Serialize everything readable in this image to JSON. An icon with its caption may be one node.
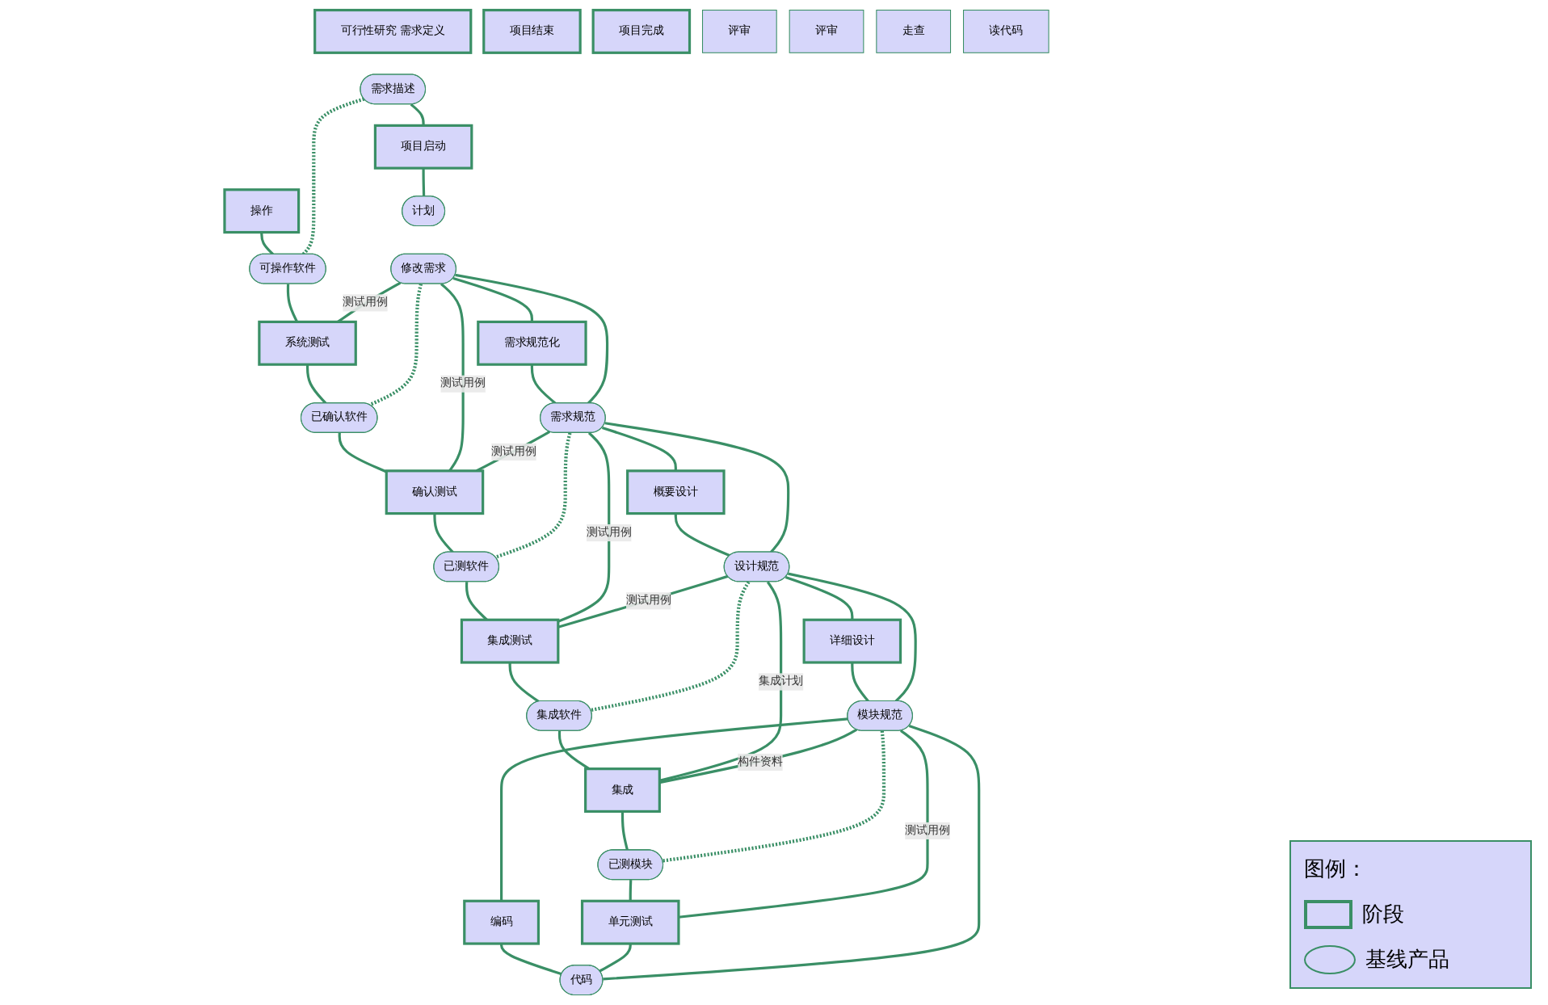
{
  "diagram": {
    "nodes": [
      {
        "text": [
          "可行性研究 需求定义"
        ]
      },
      {
        "text": [
          "需求描述"
        ]
      },
      {
        "text": [
          "项目启动"
        ]
      },
      {
        "text": [
          "计划"
        ]
      },
      {
        "text": [
          "修改需求"
        ]
      },
      {
        "text": [
          "需求规范化"
        ]
      },
      {
        "text": [
          "需求规范"
        ]
      },
      {
        "text": [
          "概要设计"
        ]
      },
      {
        "text": [
          "设计规范"
        ]
      },
      {
        "text": [
          "详细设计"
        ]
      },
      {
        "text": [
          "模块规范"
        ]
      },
      {
        "text": [
          "编码"
        ]
      },
      {
        "text": [
          "代码"
        ]
      },
      {
        "text": [
          "单元测试"
        ]
      },
      {
        "text": [
          "已测模块"
        ]
      },
      {
        "text": [
          "集成"
        ]
      },
      {
        "text": [
          "集成软件"
        ]
      },
      {
        "text": [
          "集成测试"
        ]
      },
      {
        "text": [
          "已测软件"
        ]
      },
      {
        "text": [
          "确认测试"
        ]
      },
      {
        "text": [
          "已确认软件"
        ]
      },
      {
        "text": [
          "系统测试"
        ]
      },
      {
        "text": [
          "可操作软件"
        ]
      },
      {
        "text": [
          "操作"
        ]
      },
      {
        "text": [
          "项目结束"
        ]
      },
      {
        "text": [
          "项目完成"
        ]
      },
      {
        "text": [
          "评审"
        ]
      },
      {
        "text": [
          "评审"
        ]
      },
      {
        "text": [
          "走查"
        ]
      },
      {
        "text": [
          "读代码"
        ]
      }
    ],
    "edges": [
      {
        "from": 1,
        "to": 2,
        "arrow": "none"
      },
      {
        "from": 2,
        "to": 3,
        "arrow": "none"
      },
      {
        "from": 4,
        "to": 5,
        "arrow": "none"
      },
      {
        "from": 5,
        "to": 6,
        "arrow": "none"
      },
      {
        "from": 6,
        "to": 7,
        "arrow": "none"
      },
      {
        "from": 7,
        "to": 8,
        "arrow": "none"
      },
      {
        "from": 8,
        "to": 9,
        "arrow": "none"
      },
      {
        "from": 9,
        "to": 10,
        "arrow": "none"
      },
      {
        "from": 10,
        "to": 11,
        "arrow": "none"
      },
      {
        "from": 11,
        "to": 12,
        "arrow": "none"
      },
      {
        "from": 13,
        "to": 12,
        "arrow": "none"
      },
      {
        "from": 14,
        "to": 13,
        "arrow": "none"
      },
      {
        "from": 15,
        "to": 14,
        "arrow": "none"
      },
      {
        "from": 16,
        "to": 15,
        "arrow": "none"
      },
      {
        "from": 17,
        "to": 16,
        "arrow": "none"
      },
      {
        "from": 18,
        "to": 17,
        "arrow": "none"
      },
      {
        "from": 19,
        "to": 18,
        "arrow": "none"
      },
      {
        "from": 20,
        "to": 19,
        "arrow": "none"
      },
      {
        "from": 21,
        "to": 20,
        "arrow": "none"
      },
      {
        "from": 22,
        "to": 21,
        "arrow": "none"
      },
      {
        "from": 23,
        "to": 22,
        "arrow": "none"
      },
      {
        "from": 1,
        "to": 22,
        "arrow": "none",
        "style": "dashed"
      },
      {
        "from": 4,
        "to": 20,
        "arrow": "none",
        "style": "dashed"
      },
      {
        "from": 6,
        "to": 18,
        "arrow": "none",
        "style": "dashed"
      },
      {
        "from": 8,
        "to": 16,
        "arrow": "none",
        "style": "dashed"
      },
      {
        "from": 10,
        "to": 14,
        "arrow": "none",
        "style": "dashed"
      },
      {
        "from": 4,
        "to": 21,
        "arrow": "none",
        "label": "测试用例"
      },
      {
        "from": 4,
        "to": 19,
        "arrow": "none",
        "label": "测试用例"
      },
      {
        "from": 6,
        "to": 19,
        "arrow": "none",
        "label": "测试用例"
      },
      {
        "from": 6,
        "to": 17,
        "arrow": "none",
        "label": "测试用例"
      },
      {
        "from": 8,
        "to": 17,
        "arrow": "none",
        "label": "测试用例"
      },
      {
        "from": 8,
        "to": 15,
        "arrow": "none",
        "label": "集成计划"
      },
      {
        "from": 10,
        "to": 15,
        "arrow": "none",
        "label": "构件资料"
      },
      {
        "from": 10,
        "to": 13,
        "arrow": "none",
        "label": "测试用例"
      },
      {
        "from": 4,
        "to": 6,
        "arrow": "none"
      },
      {
        "from": 6,
        "to": 8,
        "arrow": "none"
      },
      {
        "from": 8,
        "to": 10,
        "arrow": "none"
      },
      {
        "from": 10,
        "to": 12,
        "arrow": "none"
      }
    ],
    "labels": [
      "图例："
    ],
    "legend": [
      {
        "text": "阶段"
      },
      {
        "text": "基线产品"
      }
    ]
  }
}
